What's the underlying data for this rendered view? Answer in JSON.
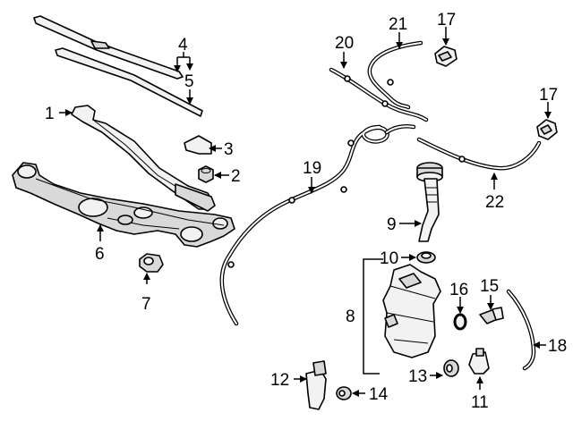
{
  "callouts": {
    "c1": "1",
    "c2": "2",
    "c3": "3",
    "c4": "4",
    "c5": "5",
    "c6": "6",
    "c7": "7",
    "c8": "8",
    "c9": "9",
    "c10": "10",
    "c11": "11",
    "c12": "12",
    "c13": "13",
    "c14": "14",
    "c15": "15",
    "c16": "16",
    "c17a": "17",
    "c17b": "17",
    "c18": "18",
    "c19": "19",
    "c20": "20",
    "c21": "21",
    "c22": "22"
  }
}
